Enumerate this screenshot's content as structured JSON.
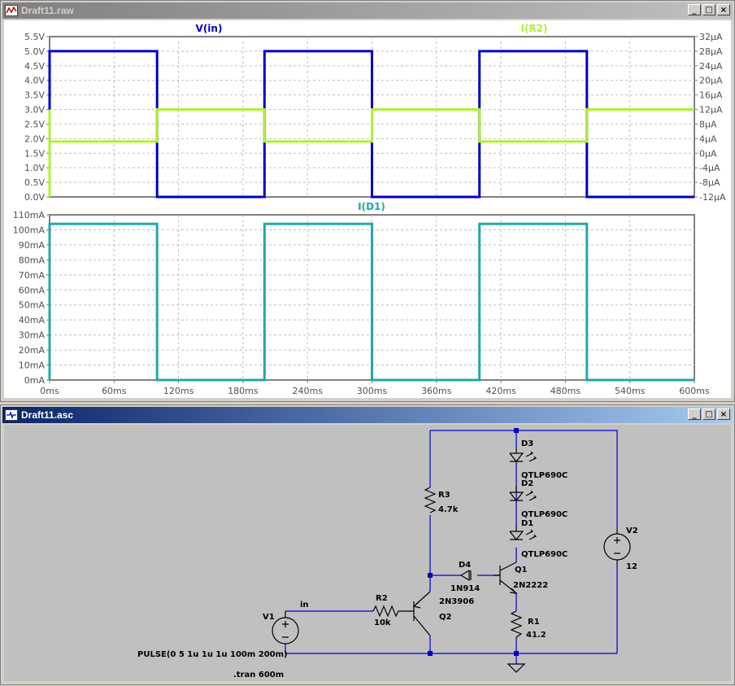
{
  "waveform_window": {
    "title": "Draft11.raw",
    "buttons": {
      "minimize": "_",
      "maximize": "□",
      "close": "×"
    }
  },
  "schematic_window": {
    "title": "Draft11.asc",
    "buttons": {
      "minimize": "_",
      "maximize": "□",
      "close": "×"
    }
  },
  "colors": {
    "plot_bg": "#ffffff",
    "grid": "#c0c0c0",
    "axis": "#808080",
    "v_in": "#0000cc",
    "i_r2": "#b0f030",
    "i_d1": "#20a8a8",
    "schematic_bg": "#c0c0c0",
    "wire": "#0000c8",
    "component": "#000000"
  },
  "chart_data": [
    {
      "type": "line",
      "title": "",
      "x_ticks": [
        "0ms",
        "60ms",
        "120ms",
        "180ms",
        "240ms",
        "300ms",
        "360ms",
        "420ms",
        "480ms",
        "540ms",
        "600ms"
      ],
      "xlim": [
        0,
        600
      ],
      "grid": true,
      "left_axis": {
        "ticks": [
          "0.0V",
          "0.5V",
          "1.0V",
          "1.5V",
          "2.0V",
          "2.5V",
          "3.0V",
          "3.5V",
          "4.0V",
          "4.5V",
          "5.0V",
          "5.5V"
        ],
        "ylim": [
          0,
          5.5
        ]
      },
      "right_axis": {
        "ticks": [
          "-12µA",
          "-8µA",
          "-4µA",
          "0µA",
          "4µA",
          "8µA",
          "12µA",
          "16µA",
          "20µA",
          "24µA",
          "28µA",
          "32µA"
        ],
        "ylim": [
          -12,
          32
        ]
      },
      "series": [
        {
          "name": "V(in)",
          "axis": "left",
          "x": [
            0,
            0,
            100,
            100,
            200,
            200,
            300,
            300,
            400,
            400,
            500,
            500,
            600
          ],
          "y": [
            0,
            5,
            5,
            0,
            0,
            5,
            5,
            0,
            0,
            5,
            5,
            0,
            0
          ]
        },
        {
          "name": "I(R2)",
          "axis": "right",
          "x": [
            0,
            0,
            0,
            100,
            100,
            200,
            200,
            300,
            300,
            400,
            400,
            500,
            500,
            600
          ],
          "y": [
            -12,
            12,
            3.2,
            3.2,
            12,
            12,
            3.2,
            3.2,
            12,
            12,
            3.2,
            3.2,
            12,
            12
          ]
        }
      ]
    },
    {
      "type": "line",
      "title": "",
      "x_ticks": [
        "0ms",
        "60ms",
        "120ms",
        "180ms",
        "240ms",
        "300ms",
        "360ms",
        "420ms",
        "480ms",
        "540ms",
        "600ms"
      ],
      "xlim": [
        0,
        600
      ],
      "grid": true,
      "left_axis": {
        "ticks": [
          "0mA",
          "10mA",
          "20mA",
          "30mA",
          "40mA",
          "50mA",
          "60mA",
          "70mA",
          "80mA",
          "90mA",
          "100mA",
          "110mA"
        ],
        "ylim": [
          0,
          110
        ]
      },
      "series": [
        {
          "name": "I(D1)",
          "axis": "left",
          "x": [
            0,
            0,
            100,
            100,
            200,
            200,
            300,
            300,
            400,
            400,
            500,
            500,
            600
          ],
          "y": [
            0,
            104,
            104,
            0,
            0,
            104,
            104,
            0,
            0,
            104,
            104,
            0,
            0
          ]
        }
      ]
    }
  ],
  "schematic": {
    "labels": {
      "d3": "D3",
      "d3_model": "QTLP690C",
      "d2": "D2",
      "d2_model": "QTLP690C",
      "d1": "D1",
      "d1_model": "QTLP690C",
      "r3": "R3",
      "r3_value": "4.7k",
      "v2": "V2",
      "v2_value": "12",
      "d4": "D4",
      "d4_model": "1N914",
      "q1": "Q1",
      "q1_model": "2N2222",
      "q2_model": "2N3906",
      "q2": "Q2",
      "in_net": "in",
      "r2": "R2",
      "r2_value": "10k",
      "v1": "V1",
      "r1": "R1",
      "r1_value": "41.2",
      "pulse": "PULSE(0 5 1u 1u 1u 100m 200m)",
      "tran": ".tran 600m"
    }
  }
}
